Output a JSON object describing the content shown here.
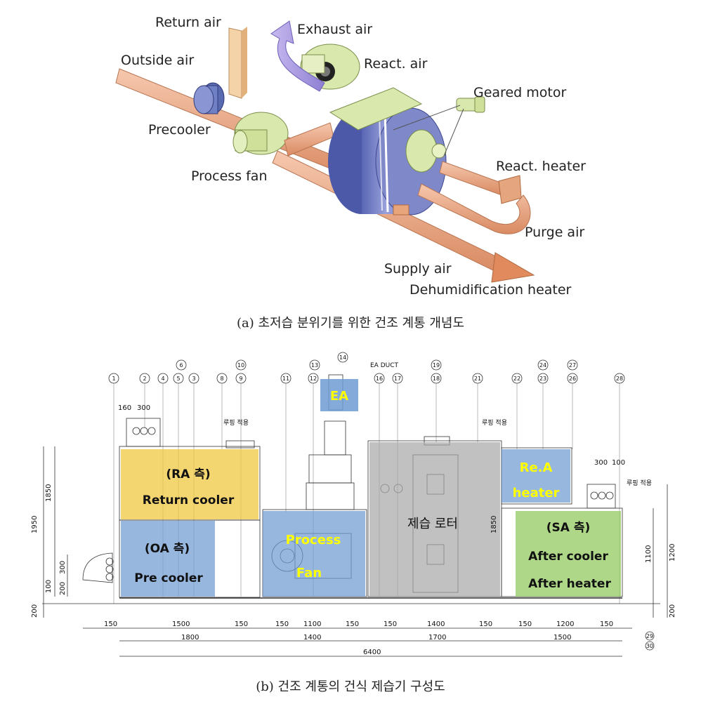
{
  "fig_a": {
    "labels": {
      "return_air": "Return air",
      "exhaust_air": "Exhaust air",
      "outside_air": "Outside air",
      "react_air": "React. air",
      "geared_motor": "Geared motor",
      "precooler": "Precooler",
      "process_fan": "Process fan",
      "react_heater": "React. heater",
      "purge_air": "Purge air",
      "supply_air": "Supply air",
      "dehum_heater": "Dehumidification heater"
    },
    "caption": "(a) 초저습 분위기를 위한 건조 계통 개념도"
  },
  "fig_b": {
    "callouts": [
      "1",
      "2",
      "4",
      "5",
      "3",
      "6",
      "8",
      "9",
      "10",
      "11",
      "13",
      "12",
      "14",
      "16",
      "17",
      "19",
      "18",
      "21",
      "22",
      "24",
      "23",
      "27",
      "26",
      "28"
    ],
    "ea_duct": "EA DUCT",
    "lupping_note": "루핑 적용",
    "zones": {
      "ra_side": "(RA 측)",
      "return_cooler": "Return cooler",
      "oa_side": "(OA 측)",
      "pre_cooler": "Pre cooler",
      "process": "Process",
      "fan": "Fan",
      "ea": "EA",
      "rotor": "제습 로터",
      "rea": "Re.A",
      "heater": "heater",
      "sa_side": "(SA 측)",
      "after_cooler": "After cooler",
      "after_heater": "After heater"
    },
    "dims": {
      "top_160": "160",
      "top_300": "300",
      "right_300": "300",
      "right_100": "100",
      "h1950": "1950",
      "h1850": "1850",
      "h300": "300",
      "h200": "200",
      "h100": "100",
      "h200b": "200",
      "rotor_1850": "1850",
      "r1100": "1100",
      "r1200": "1200",
      "r200": "200",
      "b150a": "150",
      "b1500": "1500",
      "b150b": "150",
      "b150c": "150",
      "b1100": "1100",
      "b150d": "150",
      "b150e": "150",
      "b1400": "1400",
      "b150f": "150",
      "b150g": "150",
      "b1200": "1200",
      "b150h": "150",
      "s1800": "1800",
      "s1400": "1400",
      "s1700": "1700",
      "s1500": "1500",
      "total": "6400",
      "c29": "29",
      "c30": "30"
    },
    "caption": "(b) 건조 계통의 건식 제습기 구성도"
  },
  "colors": {
    "duct_orange": "#e9a27e",
    "rotor_blue": "#7f88c8",
    "unit_green": "#d9e9ad",
    "zone_yellow": "#f0c63a",
    "zone_blue": "#6f9bd3",
    "zone_gray": "#a6a6a6",
    "zone_green": "#8fc85a"
  }
}
